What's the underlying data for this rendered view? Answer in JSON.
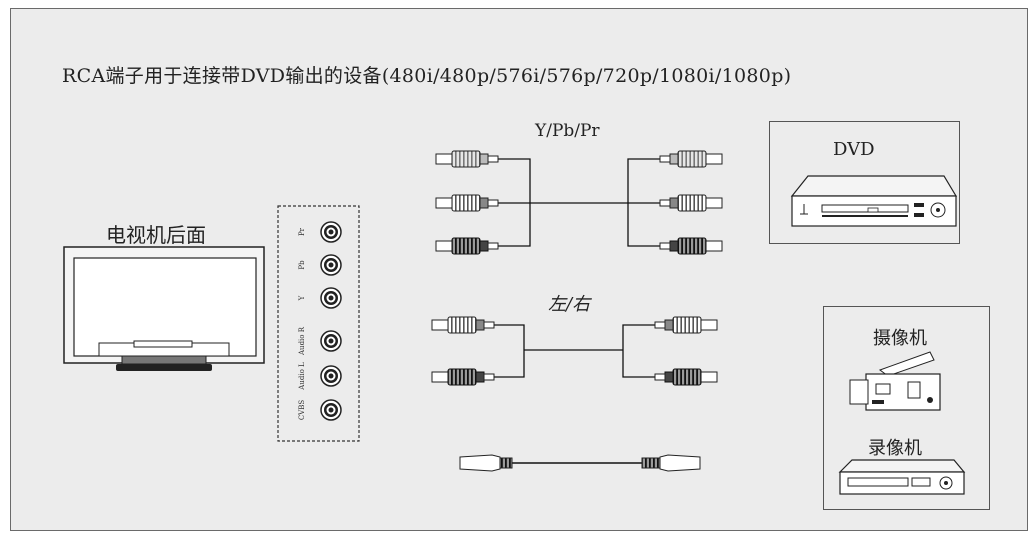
{
  "header": {
    "title": "RCA端子用于连接带DVD输出的设备(480i/480p/576i/576p/720p/1080i/1080p)"
  },
  "tv": {
    "label": "电视机后面"
  },
  "ports": [
    {
      "label": "Pr"
    },
    {
      "label": "Pb"
    },
    {
      "label": "Y"
    },
    {
      "label": "Audio R"
    },
    {
      "label": "Audio L"
    },
    {
      "label": "CVBS"
    }
  ],
  "cables": {
    "component_label": "Y/Pb/Pr",
    "audio_label": "左/右"
  },
  "devices": {
    "dvd": "DVD",
    "camcorder": "摄像机",
    "vcr": "录像机"
  }
}
